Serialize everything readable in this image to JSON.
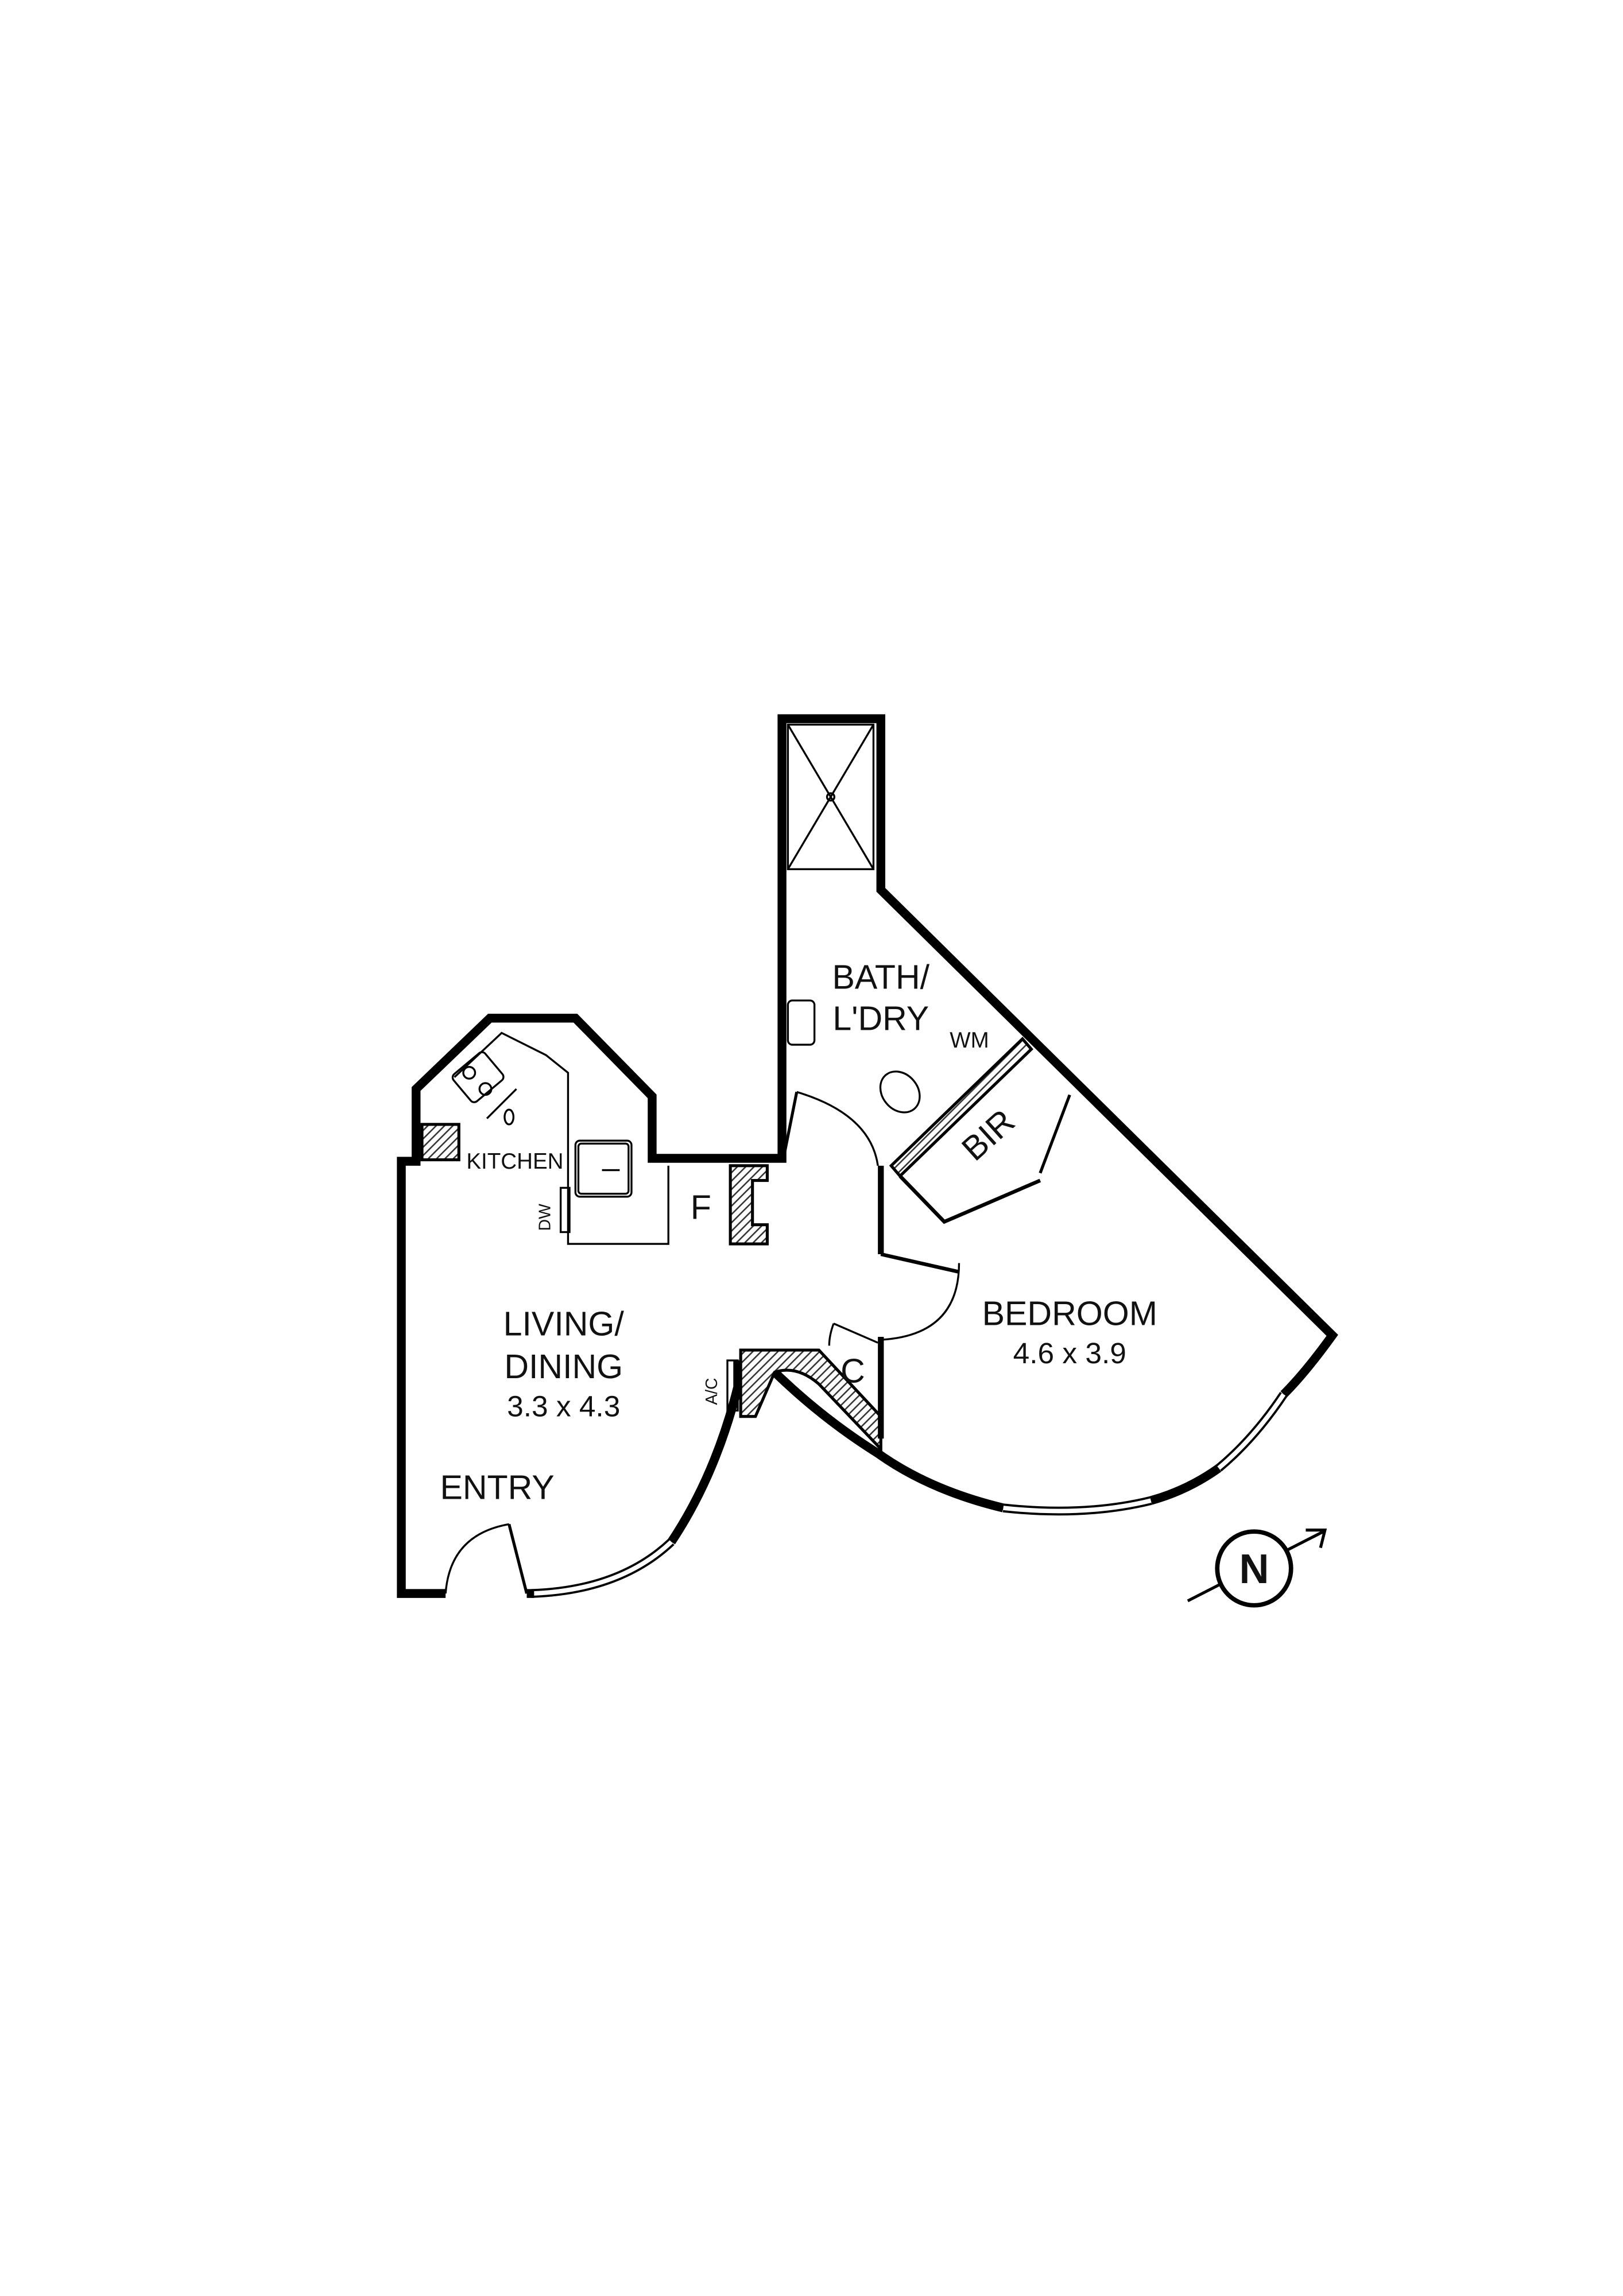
{
  "rooms": {
    "bath": {
      "line1": "BATH/",
      "line2": "L'DRY"
    },
    "wm": "WM",
    "bir": "BIR",
    "kitchen": "KITCHEN",
    "dw": "DW",
    "fridge": "F",
    "living": {
      "line1": "LIVING/",
      "line2": "DINING",
      "size": "3.3 x 4.3"
    },
    "entry": "ENTRY",
    "bedroom": {
      "name": "BEDROOM",
      "size": "4.6 x 3.9"
    },
    "cupboard": "C",
    "ac": "A/C"
  },
  "compass": {
    "label": "N"
  },
  "colors": {
    "wall": "#000000",
    "hatch": "#555555",
    "background": "#ffffff"
  }
}
